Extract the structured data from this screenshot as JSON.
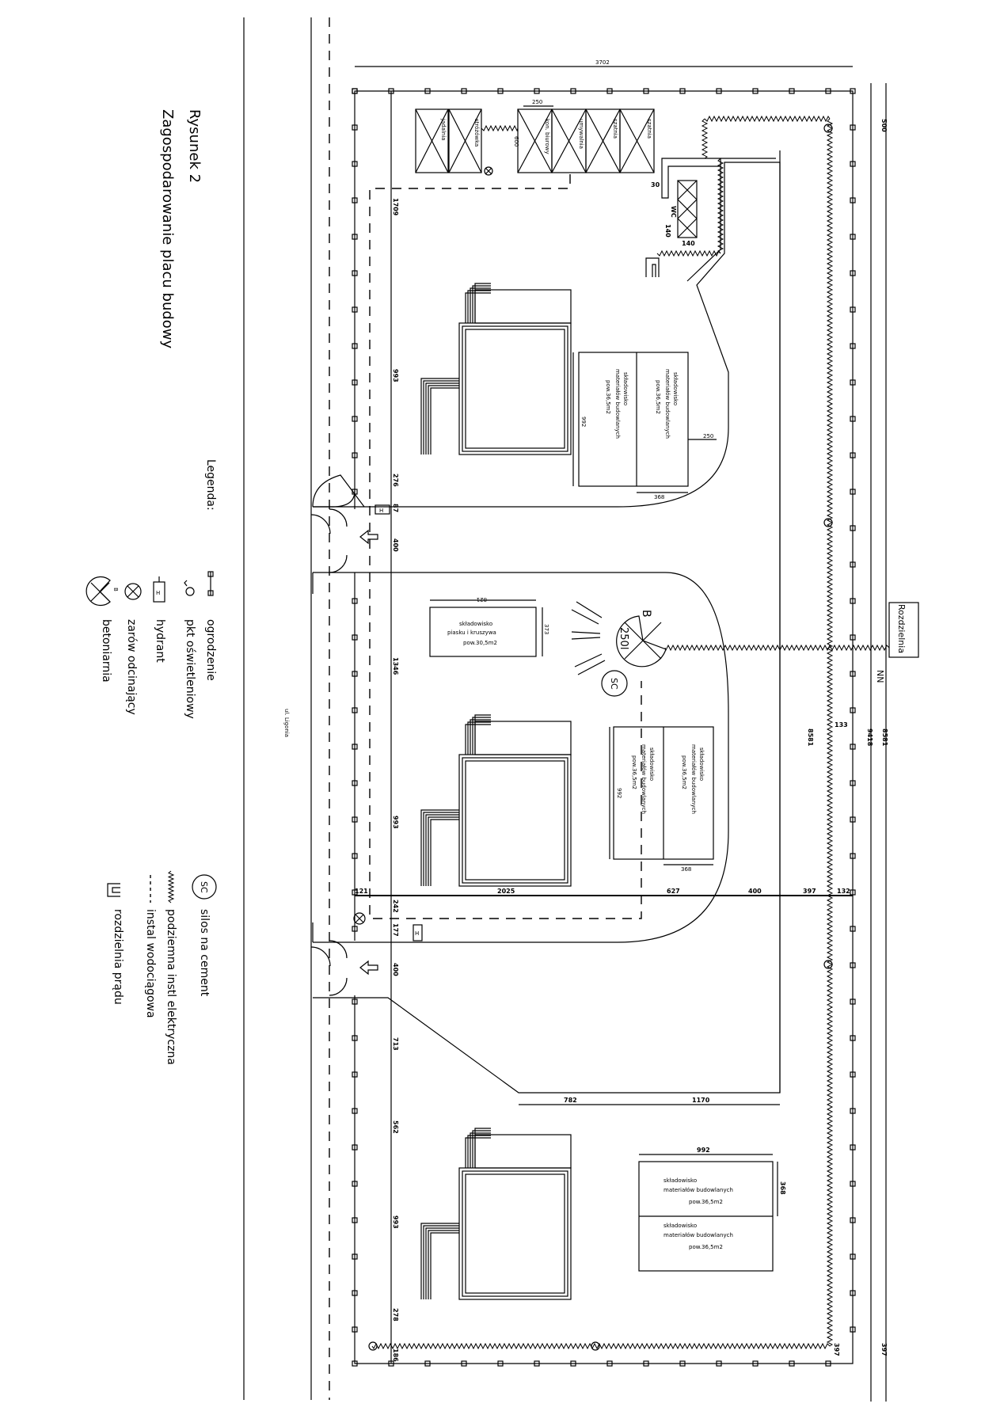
{
  "title": {
    "figure": "Rysunek 2",
    "subtitle": "Zagospodarowanie placu budowy"
  },
  "street": "ul. Ligonia",
  "distribution_board": "Rozdzielnia",
  "nn_label": "NN",
  "mixer": {
    "letter": "B",
    "capacity": "250l"
  },
  "silo": "SC",
  "containers": [
    "jadalnia",
    "stróżówka",
    "kon. biurowy",
    "umywalnia",
    "szatnia",
    "szatnia"
  ],
  "wc": "WC",
  "storage": {
    "line1": "składowisko",
    "line2": "materiałów budowlanych",
    "area": "pow.36,5m2",
    "sand_line2": "piasku i kruszywa",
    "sand_area": "pow.30,5m2"
  },
  "dimensions": {
    "total_width": "3702",
    "container_w": "250",
    "container_h": "600",
    "d30": "30",
    "wc_w": "140",
    "wc_h": "140",
    "l1709": "1709",
    "l993a": "993",
    "l276": "276",
    "l87": "87",
    "l400a": "400",
    "l1346": "1346",
    "l993b": "993",
    "l121": "121",
    "l242": "242",
    "l177": "177",
    "l400b": "400",
    "l713": "713",
    "l562": "562",
    "l993c": "993",
    "l278": "278",
    "l186": "186",
    "b2025": "2025",
    "b627": "627",
    "b400": "400",
    "b397": "397",
    "b132": "132",
    "r500": "500",
    "r9418": "9418",
    "r8581a": "8581",
    "r8581b": "8581",
    "r133": "133",
    "r397a": "397",
    "r397b": "397",
    "s250": "250",
    "s368a": "368",
    "s992a": "992",
    "s992b": "992",
    "s368b": "368",
    "s992c": "992",
    "s368c": "368",
    "p821": "821",
    "p373": "373",
    "h782": "782",
    "h1170": "1170"
  },
  "legend": {
    "heading": "Legenda:",
    "items": [
      {
        "icon": "fence-icon",
        "label": "ogrodzenie"
      },
      {
        "icon": "light-point-icon",
        "label": "pkt oświetleniowy"
      },
      {
        "icon": "hydrant-icon",
        "label": "hydrant"
      },
      {
        "icon": "shutoff-valve-icon",
        "label": "zarów odcinający"
      },
      {
        "icon": "concrete-mixer-icon",
        "label": "betoniarnia"
      },
      {
        "icon": "silo-icon",
        "label": "silos na cement"
      },
      {
        "icon": "underground-electric-icon",
        "label": "podziemna instl elektryczna"
      },
      {
        "icon": "water-line-icon",
        "label": "instal wodociągowa"
      },
      {
        "icon": "distribution-board-icon",
        "label": "rozdzielnia prądu"
      }
    ]
  }
}
